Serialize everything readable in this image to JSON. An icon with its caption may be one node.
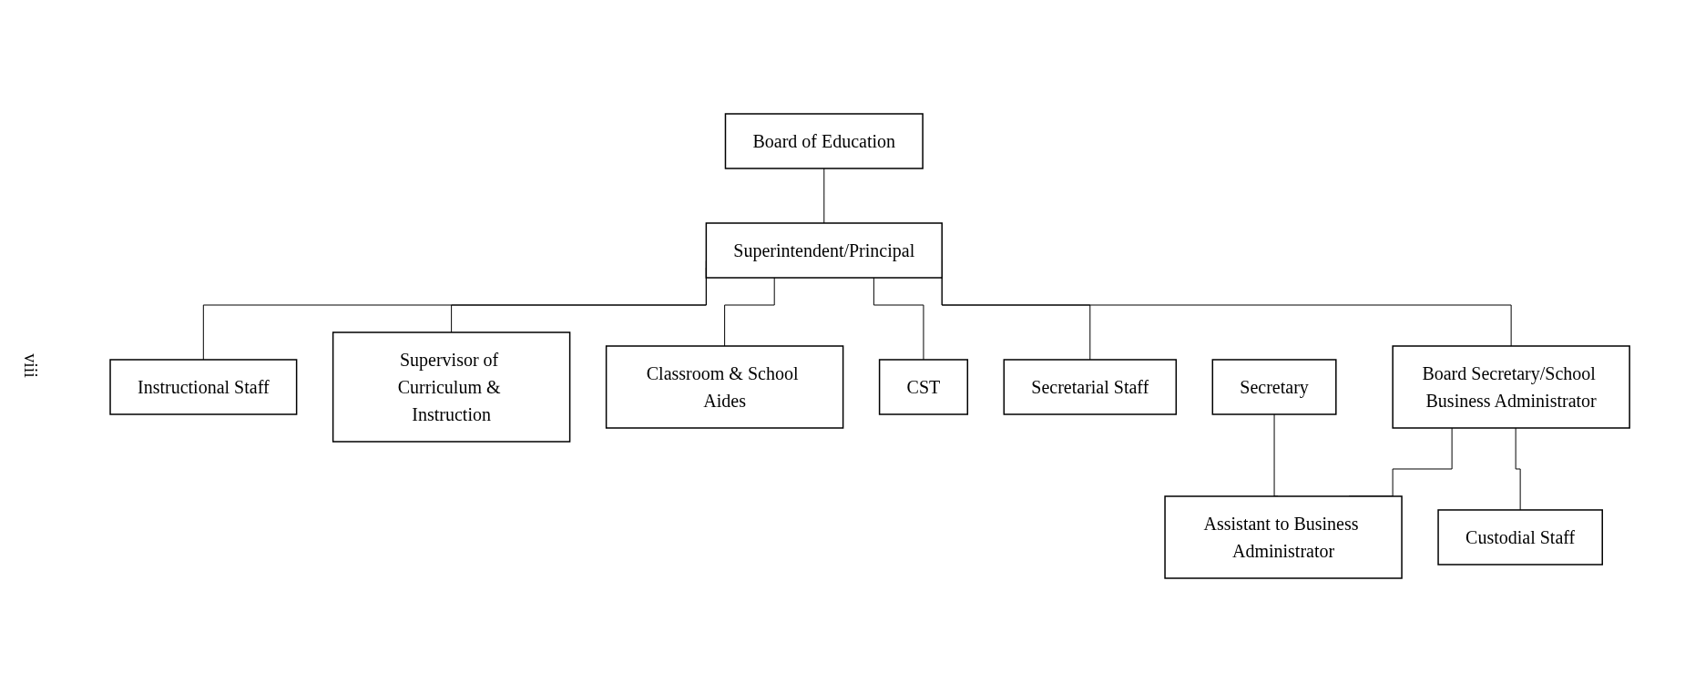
{
  "diagram": {
    "nodes": [
      {
        "text": [
          "Board of Education"
        ]
      },
      {
        "text": [
          "Superintendent/Principal"
        ]
      },
      {
        "text": [
          "Instructional Staff"
        ]
      },
      {
        "text": [
          "Supervisor of Curriculum & Instruction"
        ]
      },
      {
        "text": [
          "Classroom & School Aides"
        ]
      },
      {
        "text": [
          "CST"
        ]
      },
      {
        "text": [
          "Secretarial Staff"
        ]
      },
      {
        "text": [
          "Board Secretary/School Business Administrator"
        ]
      },
      {
        "text": [
          "Secretary"
        ]
      },
      {
        "text": [
          "Assistant to Business Administrator"
        ]
      },
      {
        "text": [
          "Custodial Staff"
        ]
      }
    ],
    "edges": [
      {
        "from": 0,
        "to": 1,
        "arrow": "none"
      },
      {
        "from": 1,
        "to": 2,
        "arrow": "none"
      },
      {
        "from": 1,
        "to": 3,
        "arrow": "none"
      },
      {
        "from": 1,
        "to": 4,
        "arrow": "none"
      },
      {
        "from": 1,
        "to": 5,
        "arrow": "none"
      },
      {
        "from": 1,
        "to": 6,
        "arrow": "none"
      },
      {
        "from": 1,
        "to": 7,
        "arrow": "none"
      },
      {
        "from": 7,
        "to": 9,
        "arrow": "none"
      },
      {
        "from": 7,
        "to": 10,
        "arrow": "none"
      },
      {
        "from": 8,
        "to": 9,
        "arrow": "none"
      }
    ],
    "labels": [
      "viii"
    ]
  }
}
